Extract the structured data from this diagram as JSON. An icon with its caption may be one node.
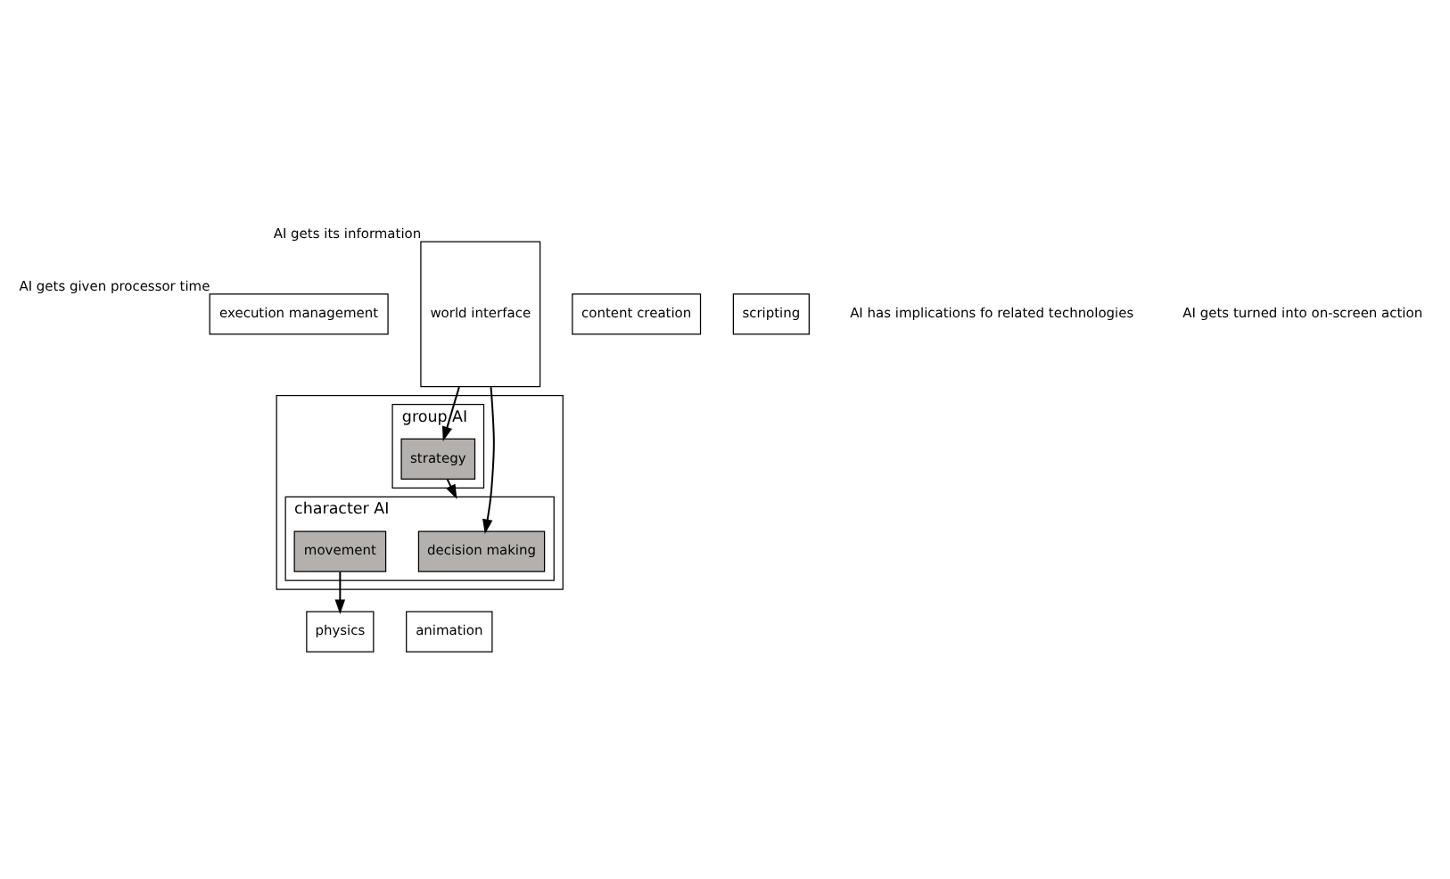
{
  "diagram": {
    "nodes": [
      {
        "text": [
          "execution management"
        ],
        "beside": [
          "AI gets given processor time"
        ]
      },
      {
        "text": [],
        "shape": "box"
      },
      {
        "text": [
          "group AI"
        ],
        "in": 1
      },
      {
        "text": [
          "strategy"
        ],
        "in": 2
      },
      {
        "text": [
          "character AI"
        ],
        "in": 1
      },
      {
        "text": [
          "decision making"
        ],
        "in": 4
      },
      {
        "text": [
          "movement"
        ],
        "in": 4
      },
      {
        "text": [
          "world interface"
        ],
        "beside": [
          "AI gets its information"
        ]
      },
      {
        "text": [
          "animation"
        ]
      },
      {
        "text": [
          "physics"
        ]
      },
      {
        "text": [
          "content creation"
        ]
      },
      {
        "text": [
          "scripting"
        ]
      }
    ],
    "edges": [
      {
        "from": 7,
        "to": 3,
        "arrow": "to"
      },
      {
        "from": 7,
        "to": 5,
        "arrow": "to"
      },
      {
        "from": 3,
        "to": 4,
        "arrow": "to"
      },
      {
        "from": 6,
        "to": 9,
        "arrow": "to"
      }
    ],
    "labels": [
      "AI has implications fo related technologies",
      "AI gets turned into on-screen action"
    ]
  }
}
